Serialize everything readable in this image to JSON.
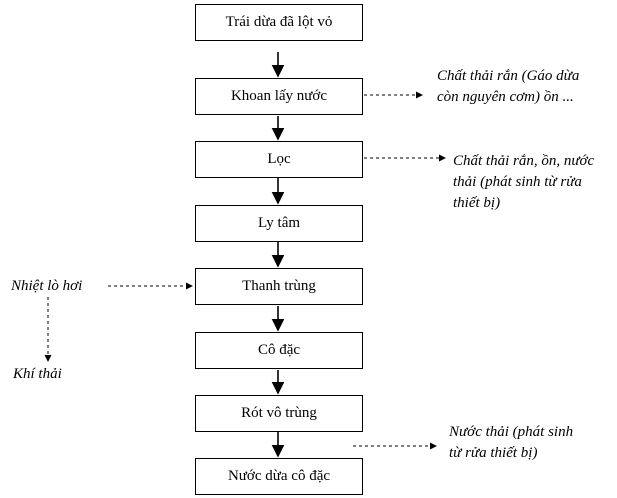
{
  "steps": [
    "Trái dừa đã lột vỏ",
    "Khoan lấy nước",
    "Lọc",
    "Ly tâm",
    "Thanh trùng",
    "Cô đặc",
    "Rót vô trùng",
    "Nước dừa cô đặc"
  ],
  "notes": {
    "khoan_line1": "Chất thải rắn (Gáo dừa",
    "khoan_line2": "còn nguyên cơm) ồn ...",
    "loc_line1": "Chất thải rắn, ồn, nước",
    "loc_line2": "thải (phát sinh từ rửa",
    "loc_line3": "thiết bị)",
    "heat": "Nhiệt lò hơi",
    "exhaust": "Khí thải",
    "rot_line1": "Nước thải (phát sinh",
    "rot_line2": "từ rửa thiết bị)"
  }
}
